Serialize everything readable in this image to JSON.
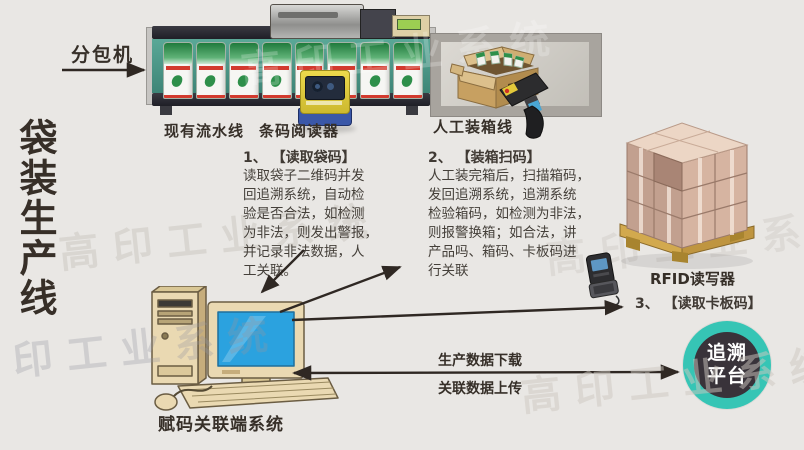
{
  "title": "袋装生产线",
  "watermark": "高印工业系统",
  "colors": {
    "background": "#e9e7e4",
    "belt_teal": "#4d9a8f",
    "platform_ring": "#36c5b5",
    "platform_inner": "#39333a",
    "arrow": "#2f2823"
  },
  "feeder": {
    "label": "分包机"
  },
  "conveyor": {
    "label": "现有流水线",
    "bag_count": 8
  },
  "barcode_reader": {
    "label": "条码阅读器"
  },
  "packing": {
    "label": "人工装箱线"
  },
  "steps": {
    "step1": {
      "heading": "1、 【读取袋码】",
      "body": "读取袋子二维码并发\n回追溯系统，自动检\n验是否合法，如检测\n为非法，则发出警报，\n并记录非法数据，人\n工关联。"
    },
    "step2": {
      "heading": "2、 【装箱扫码】",
      "body": "人工装完箱后，扫描箱码，\n发回追溯系统，追溯系统\n检验箱码，如检测为非法，\n则报警换箱；如合法，讲\n产品吗、箱码、卡板码进\n行关联"
    },
    "step3": {
      "label": "3、 【读取卡板码】"
    }
  },
  "rfid": {
    "label": "RFID读写器"
  },
  "terminal": {
    "label": "赋码关联端系统"
  },
  "platform": {
    "line1": "追溯",
    "line2": "平台"
  },
  "data_flow": {
    "download": "生产数据下载",
    "upload": "关联数据上传"
  }
}
